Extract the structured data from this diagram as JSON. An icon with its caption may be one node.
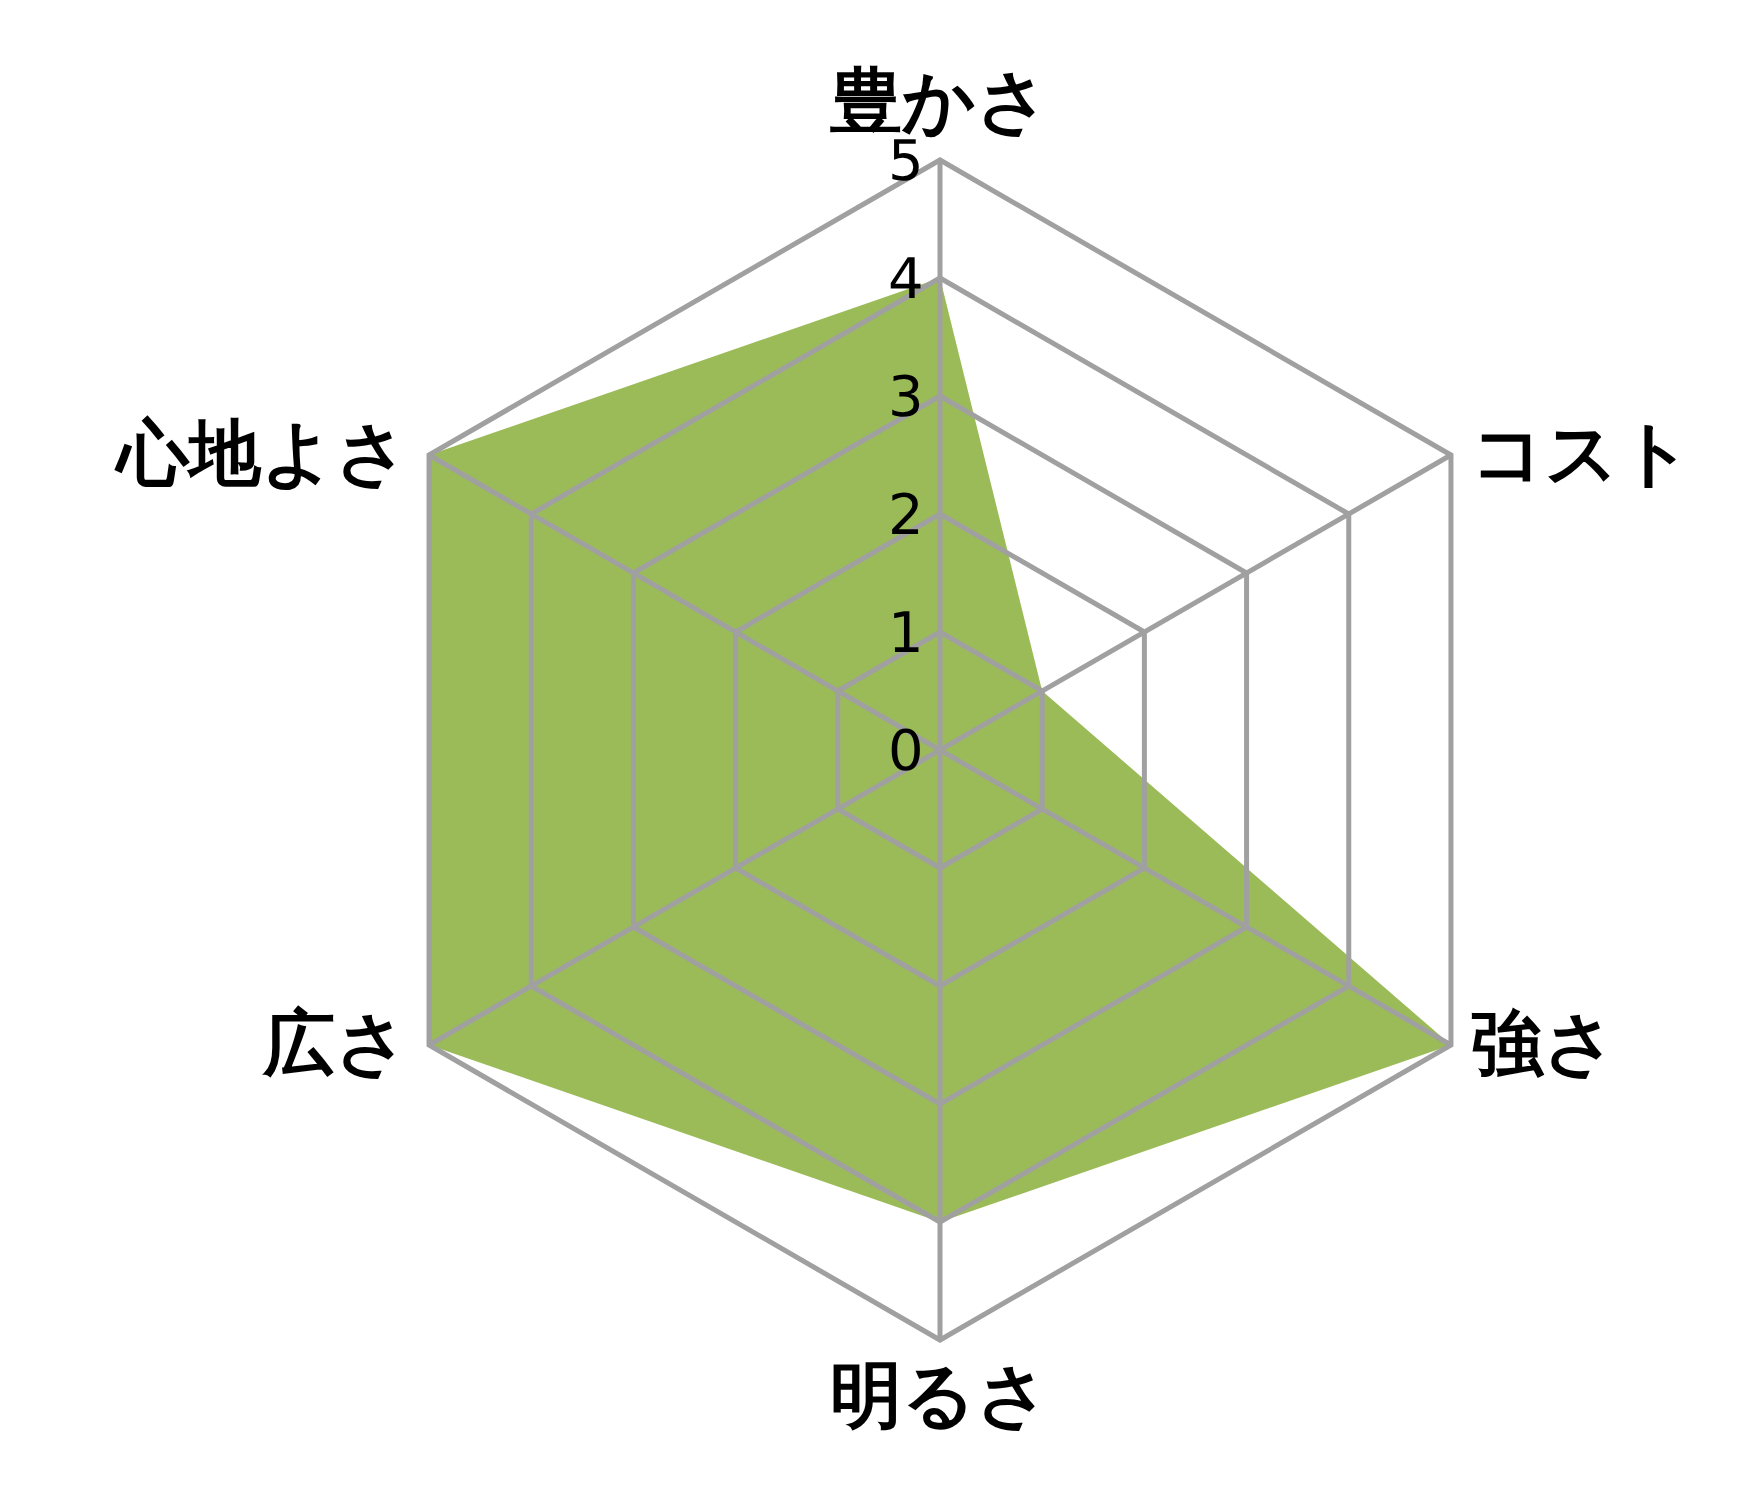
{
  "diagram": {
    "chart_data": {
      "type": "radar",
      "categories": [
        "豊かさ",
        "コスト",
        "強さ",
        "明るさ",
        "広さ",
        "心地よさ"
      ],
      "series": [
        {
          "color": "#9bbb59",
          "values": [
            4,
            1,
            5,
            4,
            5,
            5
          ]
        }
      ],
      "ylim": [
        0,
        5
      ],
      "yticks": [
        0,
        1,
        2,
        3,
        4,
        5
      ]
    }
  }
}
